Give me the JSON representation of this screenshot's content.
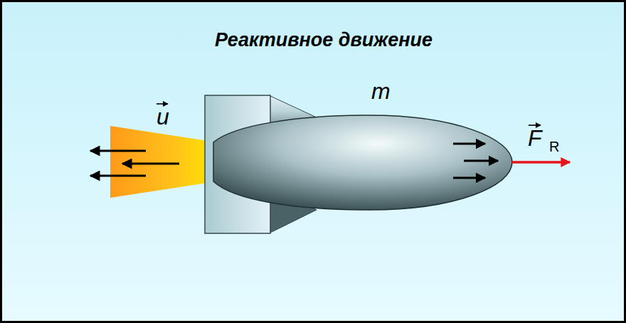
{
  "diagram": {
    "title": "Реактивное движение",
    "labels": [
      "u",
      "m",
      "F",
      "R"
    ]
  }
}
